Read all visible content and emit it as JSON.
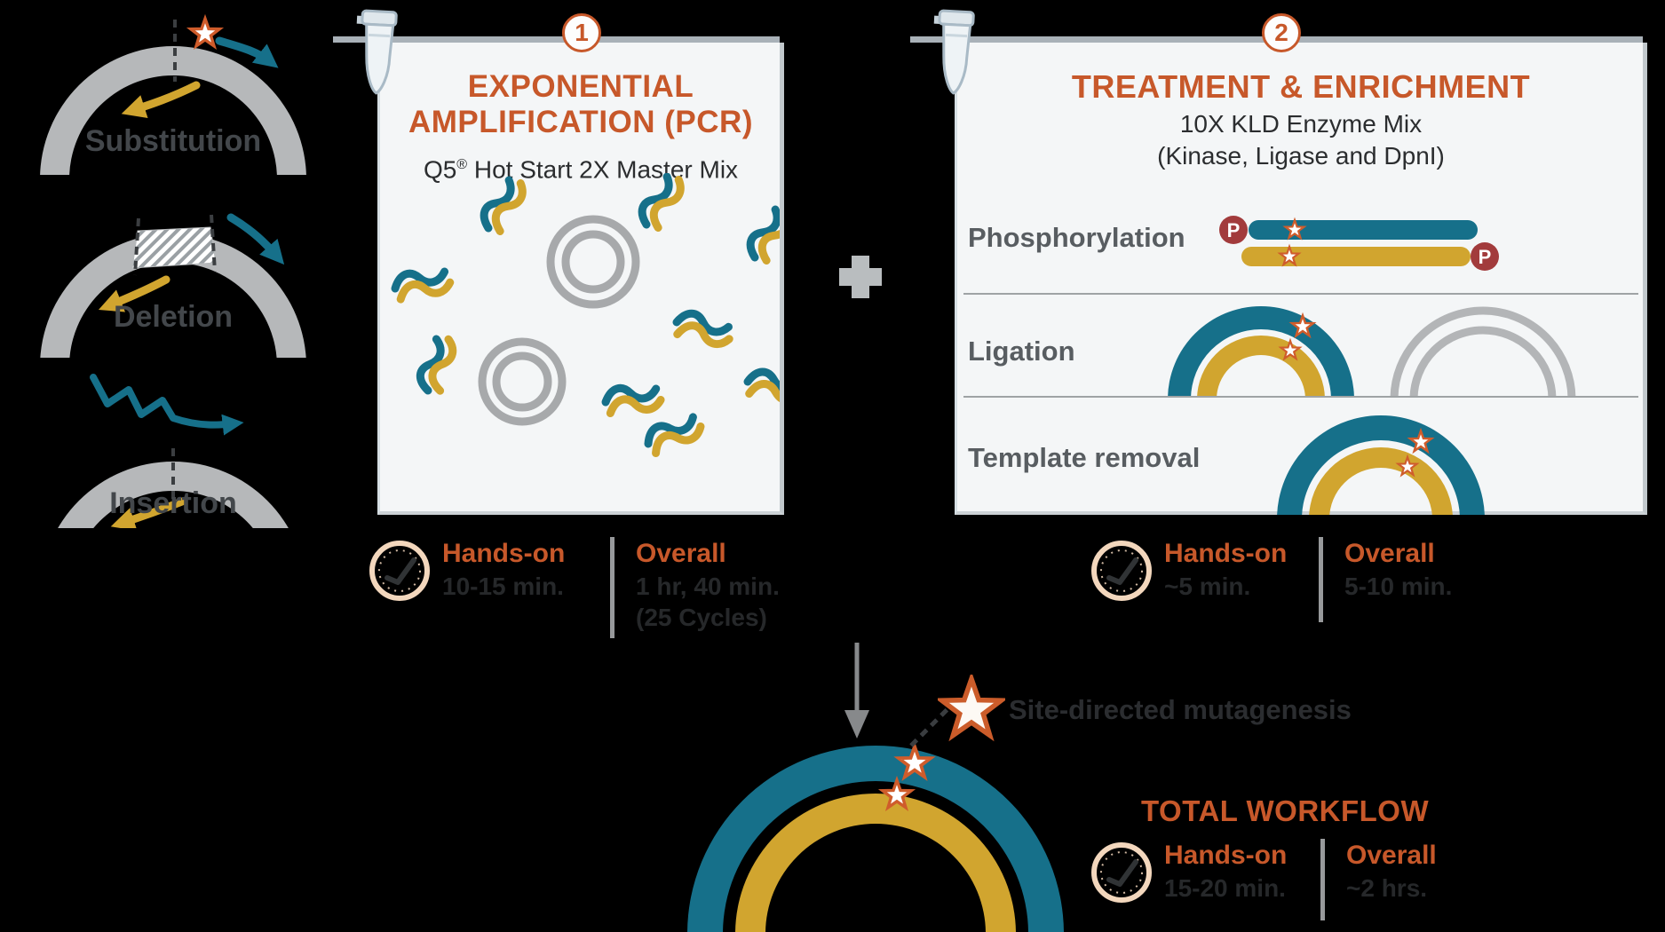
{
  "colors": {
    "background": "#000000",
    "panel_bg": "#f4f6f7",
    "panel_top_bar": "#a9b1b8",
    "accent_orange": "#c7582a",
    "teal_strand": "#16708a",
    "gold_strand": "#d1a52f",
    "plasmid_gray": "#b6b8ba",
    "phosphate_red": "#a23b3c",
    "row_label_gray": "#585d61",
    "dark_text": "#26282a",
    "clock_peach": "#f3d7bd"
  },
  "left_steps": [
    {
      "label": "Substitution"
    },
    {
      "label": "Deletion"
    },
    {
      "label": "Insertion"
    }
  ],
  "panel1": {
    "step_number": "1",
    "title_line1": "EXPONENTIAL",
    "title_line2": "AMPLIFICATION (PCR)",
    "subtitle_product": "Q5",
    "subtitle_reg": "®",
    "subtitle_rest": " Hot Start 2X Master Mix",
    "time": {
      "hands_on_label": "Hands-on",
      "hands_on_value": "10-15 min.",
      "overall_label": "Overall",
      "overall_value": "1 hr, 40 min.",
      "overall_note": "(25 Cycles)"
    }
  },
  "plus_sign": "+",
  "panel2": {
    "step_number": "2",
    "title": "TREATMENT & ENRICHMENT",
    "subtitle_line1": "10X KLD Enzyme Mix",
    "subtitle_line2": "(Kinase, Ligase and DpnI)",
    "rows": [
      {
        "label": "Phosphorylation"
      },
      {
        "label": "Ligation"
      },
      {
        "label": "Template removal"
      }
    ],
    "phosphate_badge": "P",
    "time": {
      "hands_on_label": "Hands-on",
      "hands_on_value": "~5 min.",
      "overall_label": "Overall",
      "overall_value": "5-10 min."
    }
  },
  "result_caption": "Site-directed mutagenesis",
  "total_workflow": {
    "title": "TOTAL WORKFLOW",
    "time": {
      "hands_on_label": "Hands-on",
      "hands_on_value": "15-20 min.",
      "overall_label": "Overall",
      "overall_value": "~2 hrs."
    }
  }
}
